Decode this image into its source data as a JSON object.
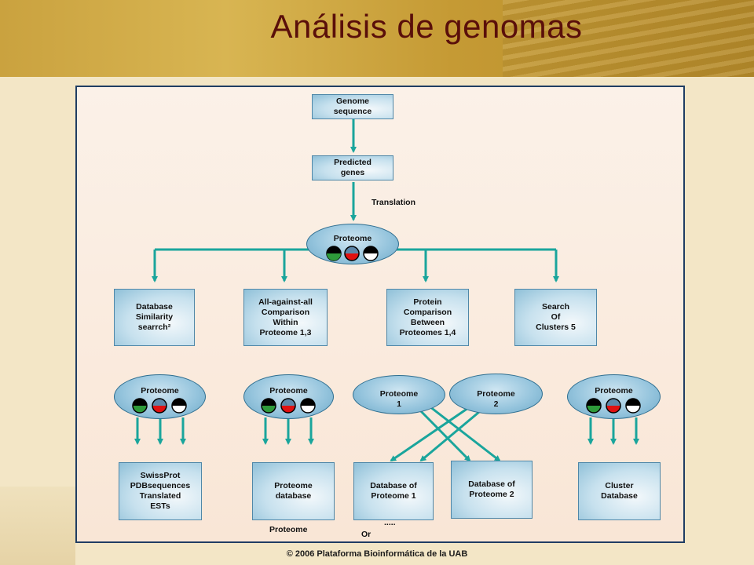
{
  "title": "Análisis de genomas",
  "footer": "© 2006 Plataforma Bioinformática de la UAB",
  "nodes": {
    "genome_sequence": "Genome\nsequence",
    "predicted_genes": "Predicted\ngenes",
    "translation": "Translation",
    "proteome_top": "Proteome",
    "db_similarity": "Database\nSimilarity\nsearrch²",
    "all_against_all": "All-against-all\nComparison\nWithin\nProteome 1,3",
    "protein_comparison": "Protein\nComparison\nBetween\nProteomes 1,4",
    "search_clusters": "Search\nOf\nClusters 5",
    "proteome_a": "Proteome",
    "proteome_b": "Proteome",
    "proteome_1": "Proteome\n1",
    "proteome_2": "Proteome\n2",
    "proteome_e": "Proteome",
    "swissprot": "SwissProt\nPDBsequences\nTranslated\nESTs",
    "proteome_database": "Proteome\ndatabase",
    "db_proteome_1": "Database of\nProteome 1",
    "db_proteome_2": "Database of\nProteome 2",
    "cluster_database": "Cluster\nDatabase",
    "proteome_below": "Proteome",
    "dots": ".....",
    "or": "Or"
  },
  "colors": {
    "arrow": "#1aa59c",
    "box_border": "#4f87a8",
    "title": "#5a0f0a",
    "panel_border": "#1f3d63",
    "green": "#2e9a3a",
    "red": "#e01010",
    "blue": "#5c86a8",
    "black": "#000000"
  }
}
